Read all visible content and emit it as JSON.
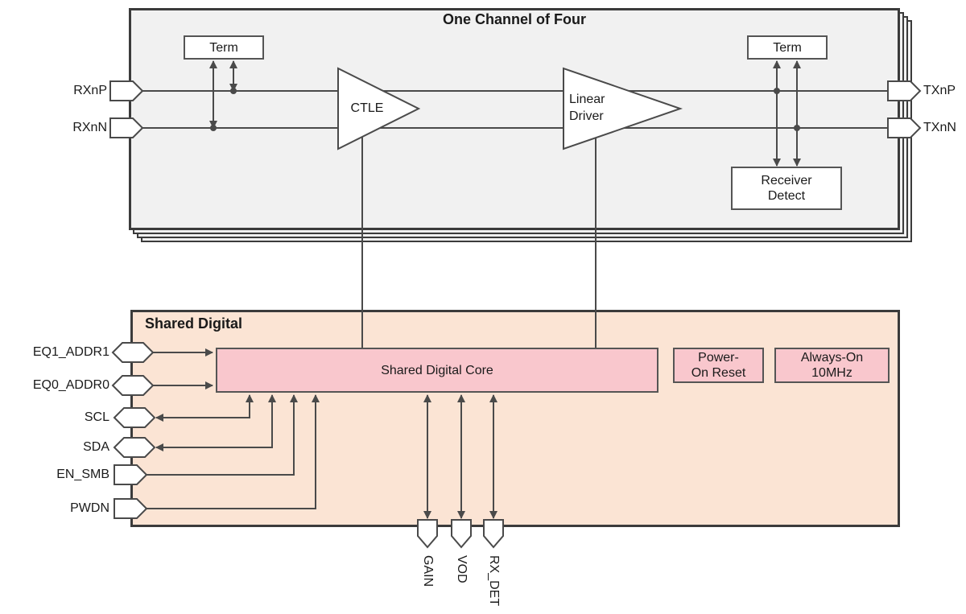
{
  "colors": {
    "wire": "#4a4a4a",
    "block_border": "#3b3b3b",
    "channel_fill": "#f1f1f1",
    "shared_fill": "#fbe4d4",
    "pink_fill": "#f9c7cd",
    "box_fill": "#ffffff"
  },
  "channel": {
    "title": "One Channel of Four",
    "term_left": "Term",
    "term_right": "Term",
    "ctle": "CTLE",
    "linear_driver": [
      "Linear",
      "Driver"
    ],
    "receiver_detect": [
      "Receiver",
      "Detect"
    ],
    "pins": {
      "rxp": "RXnP",
      "rxn": "RXnN",
      "txp": "TXnP",
      "txn": "TXnN"
    }
  },
  "shared": {
    "title": "Shared Digital",
    "core": "Shared Digital Core",
    "power_on_reset": [
      "Power-",
      "On Reset"
    ],
    "always_on": [
      "Always-On",
      "10MHz"
    ],
    "left_pins": [
      "EQ1_ADDR1",
      "EQ0_ADDR0",
      "SCL",
      "SDA",
      "EN_SMB",
      "PWDN"
    ],
    "bottom_pins": [
      "GAIN",
      "VOD",
      "RX_DET"
    ]
  }
}
